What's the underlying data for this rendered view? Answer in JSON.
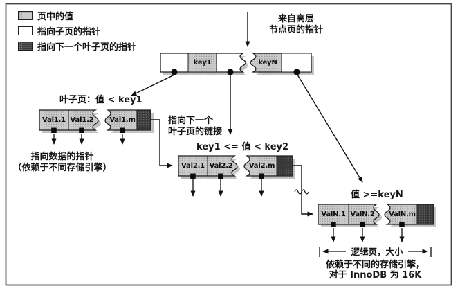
{
  "figure": {
    "kind": "B+Tree 索引结构图"
  },
  "legend": {
    "items": [
      {
        "icon": "page-value-swatch",
        "label": "页中的值"
      },
      {
        "icon": "child-page-pointer-swatch",
        "label": "指向子页的指针"
      },
      {
        "icon": "next-leaf-pointer-swatch",
        "label": "指向下一个叶子页的指针"
      }
    ]
  },
  "top_pointer": {
    "line1": "来自高层",
    "line2": "节点页的指针"
  },
  "root_node": {
    "key1": "key1",
    "keyN": "keyN"
  },
  "leaf_pages": {
    "leaf1": {
      "title": "叶子页：值 < key1",
      "values": [
        "Val1.1",
        "Val1.2",
        "Val1.m"
      ]
    },
    "leaf2": {
      "title": "key1 <= 值 < key2",
      "values": [
        "Val2.1",
        "Val2.2",
        "Val2.m"
      ]
    },
    "leafN": {
      "title": "值 >=keyN",
      "values": [
        "ValN.1",
        "ValN.2",
        "ValN.m"
      ]
    }
  },
  "annotations": {
    "data_pointer": {
      "line1": "指向数据的指针",
      "line2": "（依赖于不同存储引擎）"
    },
    "next_leaf_link": {
      "line1": "指向下一个",
      "line2": "叶子页的链接"
    },
    "logical_page": {
      "measure_label": "逻辑页，大小",
      "line2": "依赖于不同的存储引擎，",
      "line3": "对于 InnoDB 为 16K"
    }
  },
  "colors": {
    "page_value_fill": "#cbcbcb",
    "child_pointer_fill": "#ffffff",
    "next_leaf_fill": "#3a3a3a",
    "shadow": "#c0c0c0",
    "line": "#111111",
    "background": "#ffffff"
  }
}
